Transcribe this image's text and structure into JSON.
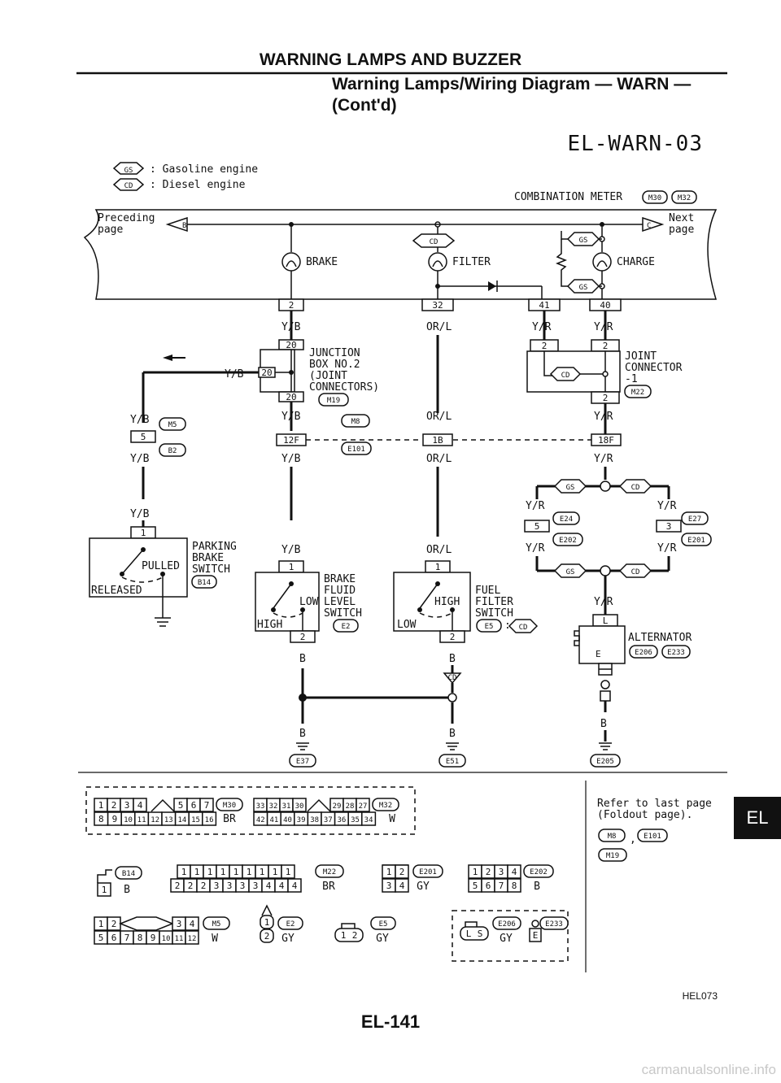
{
  "header": {
    "section_title": "WARNING LAMPS AND BUZZER",
    "subtitle_line1": "Warning Lamps/Wiring Diagram — WARN —",
    "subtitle_line2": "(Cont'd)",
    "diagram_code": "EL-WARN-03"
  },
  "legend": [
    {
      "tag": "GS",
      "text": ": Gasoline engine"
    },
    {
      "tag": "CD",
      "text": ": Diesel engine"
    }
  ],
  "meter": {
    "label": "COMBINATION METER",
    "connectors": [
      "M30",
      "M32"
    ],
    "preceding": [
      "Preceding",
      "page"
    ],
    "next": [
      "Next",
      "page"
    ],
    "arrow_in": "B",
    "arrow_out": "C",
    "lamps": [
      "BRAKE",
      "FILTER",
      "CHARGE"
    ],
    "tags": {
      "cd": "CD",
      "gs1": "GS",
      "gs2": "GS"
    },
    "pins": [
      "2",
      "32",
      "41",
      "40"
    ]
  },
  "wires": {
    "yb": "Y/B",
    "orl": "OR/L",
    "yr": "Y/R",
    "b": "B"
  },
  "junction_box": {
    "lines": [
      "JUNCTION",
      "BOX NO.2",
      "(JOINT",
      "CONNECTORS)"
    ],
    "connector": "M19",
    "pins": [
      "20",
      "20",
      "20"
    ]
  },
  "joint_connector": {
    "lines": [
      "JOINT",
      "CONNECTOR",
      "-1"
    ],
    "connector": "M22",
    "tag": "CD",
    "pins": [
      "2",
      "2",
      "2"
    ]
  },
  "left_branch": {
    "connectors": [
      "M5",
      "B2"
    ],
    "pin": "5"
  },
  "mid_connectors": {
    "row_labels": [
      "M8",
      "E101"
    ],
    "pins": [
      "12F",
      "1B",
      "18F"
    ]
  },
  "parking_switch": {
    "lines": [
      "PARKING",
      "BRAKE",
      "SWITCH"
    ],
    "connector": "B14",
    "state_pulled": "PULLED",
    "state_released": "RELEASED",
    "pin": "1"
  },
  "brake_fluid_switch": {
    "lines": [
      "BRAKE",
      "FLUID",
      "LEVEL",
      "SWITCH"
    ],
    "connector": "E2",
    "low": "LOW",
    "high": "HIGH",
    "pins": [
      "1",
      "2"
    ]
  },
  "fuel_filter_switch": {
    "lines": [
      "FUEL",
      "FILTER",
      "SWITCH"
    ],
    "connector": "E5",
    "suffix": ":",
    "tag": "CD",
    "high": "HIGH",
    "low": "LOW",
    "pins": [
      "1",
      "2"
    ]
  },
  "charge_branch": {
    "tag_gs": "GS",
    "tag_cd": "CD",
    "left_pin": "5",
    "right_pin": "3",
    "left_connectors": [
      "E24",
      "E202"
    ],
    "right_connectors": [
      "E27",
      "E201"
    ]
  },
  "alternator": {
    "label": "ALTERNATOR",
    "connectors": [
      "E206",
      "E233"
    ],
    "terminal_l": "L",
    "terminal_e": "E"
  },
  "grounds": [
    "E37",
    "E51",
    "E205"
  ],
  "cd_ground_tag": "CD",
  "connector_views": {
    "m30": {
      "row1": [
        "1",
        "2",
        "3",
        "4",
        "5",
        "6",
        "7"
      ],
      "row2": [
        "8",
        "9",
        "10",
        "11",
        "12",
        "13",
        "14",
        "15",
        "16"
      ],
      "name": "M30",
      "color": "BR"
    },
    "m32": {
      "row1": [
        "33",
        "32",
        "31",
        "30",
        "29",
        "28",
        "27"
      ],
      "row2": [
        "42",
        "41",
        "40",
        "39",
        "38",
        "37",
        "36",
        "35",
        "34"
      ],
      "name": "M32",
      "color": "W"
    },
    "b14": {
      "pins": [
        "1"
      ],
      "name": "B14",
      "color": "B"
    },
    "m22": {
      "row1": [
        "1",
        "1",
        "1",
        "1",
        "1",
        "1",
        "1",
        "1",
        "1"
      ],
      "row2": [
        "2",
        "2",
        "2",
        "3",
        "3",
        "3",
        "3",
        "4",
        "4",
        "4"
      ],
      "name": "M22",
      "color": "BR"
    },
    "e201": {
      "row1": [
        "1",
        "2"
      ],
      "row2": [
        "3",
        "4"
      ],
      "name": "E201",
      "color": "GY"
    },
    "e202": {
      "row1": [
        "1",
        "2",
        "3",
        "4"
      ],
      "row2": [
        "5",
        "6",
        "7",
        "8"
      ],
      "name": "E202",
      "color": "B"
    },
    "m5": {
      "row1": [
        "1",
        "2",
        "3",
        "4"
      ],
      "row2": [
        "5",
        "6",
        "7",
        "8",
        "9",
        "10",
        "11",
        "12"
      ],
      "name": "M5",
      "color": "W"
    },
    "e2": {
      "pins": [
        "1",
        "2"
      ],
      "name": "E2",
      "color": "GY"
    },
    "e5": {
      "pins": [
        "1",
        "2"
      ],
      "name": "E5",
      "color": "GY"
    },
    "e206": {
      "pins": [
        "L",
        "S"
      ],
      "name": "E206",
      "color": "GY"
    },
    "e233": {
      "pins": [
        "E"
      ],
      "name": "E233"
    }
  },
  "refer_note": {
    "line1": "Refer to last page",
    "line2": "(Foldout page).",
    "connectors": [
      "M8",
      "E101",
      "M19"
    ],
    "sep": ","
  },
  "page_number": "EL-141",
  "figure_id": "HEL073",
  "side_tab": "EL",
  "watermark": "carmanualsonline.info"
}
